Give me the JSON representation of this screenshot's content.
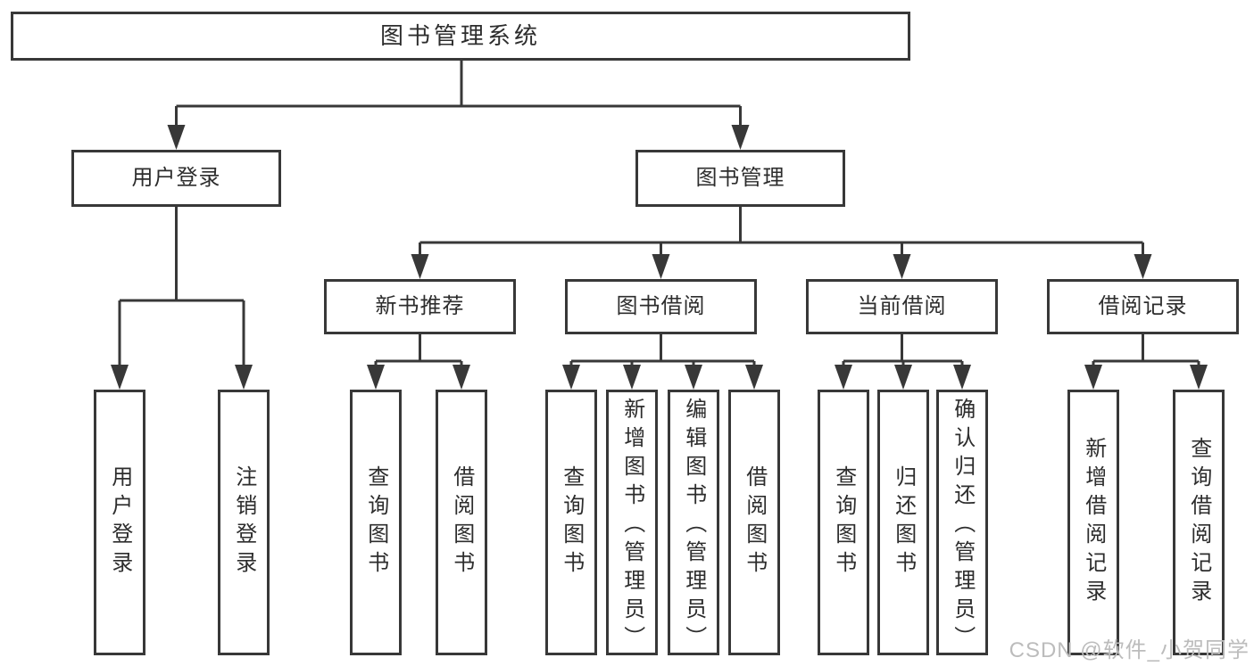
{
  "nodes": {
    "root": {
      "label": "图书管理系统"
    },
    "user_login": {
      "label": "用户登录",
      "children": {
        "login": {
          "label": "用户登录"
        },
        "logout": {
          "label": "注销登录"
        }
      }
    },
    "book_management": {
      "label": "图书管理",
      "children": {
        "new_book_recommend": {
          "label": "新书推荐",
          "children": {
            "query_books": {
              "label": "查询图书"
            },
            "borrow_books": {
              "label": "借阅图书"
            }
          }
        },
        "book_borrow": {
          "label": "图书借阅",
          "children": {
            "query_books": {
              "label": "查询图书"
            },
            "add_book_admin": {
              "label": "新增图书（管理员）"
            },
            "edit_book_admin": {
              "label": "编辑图书（管理员）"
            },
            "borrow_books": {
              "label": "借阅图书"
            }
          }
        },
        "current_borrow": {
          "label": "当前借阅",
          "children": {
            "query_books": {
              "label": "查询图书"
            },
            "return_books": {
              "label": "归还图书"
            },
            "confirm_return_admin": {
              "label": "确认归还（管理员）"
            }
          }
        },
        "borrow_records": {
          "label": "借阅记录",
          "children": {
            "add_borrow_record": {
              "label": "新增借阅记录"
            },
            "query_borrow_record": {
              "label": "查询借阅记录"
            }
          }
        }
      }
    }
  },
  "watermark": {
    "text": "CSDN @软件_小贺同学"
  },
  "colors": {
    "line": "#383838",
    "box_border": "#383838",
    "text": "#2d2d2d",
    "watermark": "#bcbcbc",
    "background": "#ffffff"
  }
}
